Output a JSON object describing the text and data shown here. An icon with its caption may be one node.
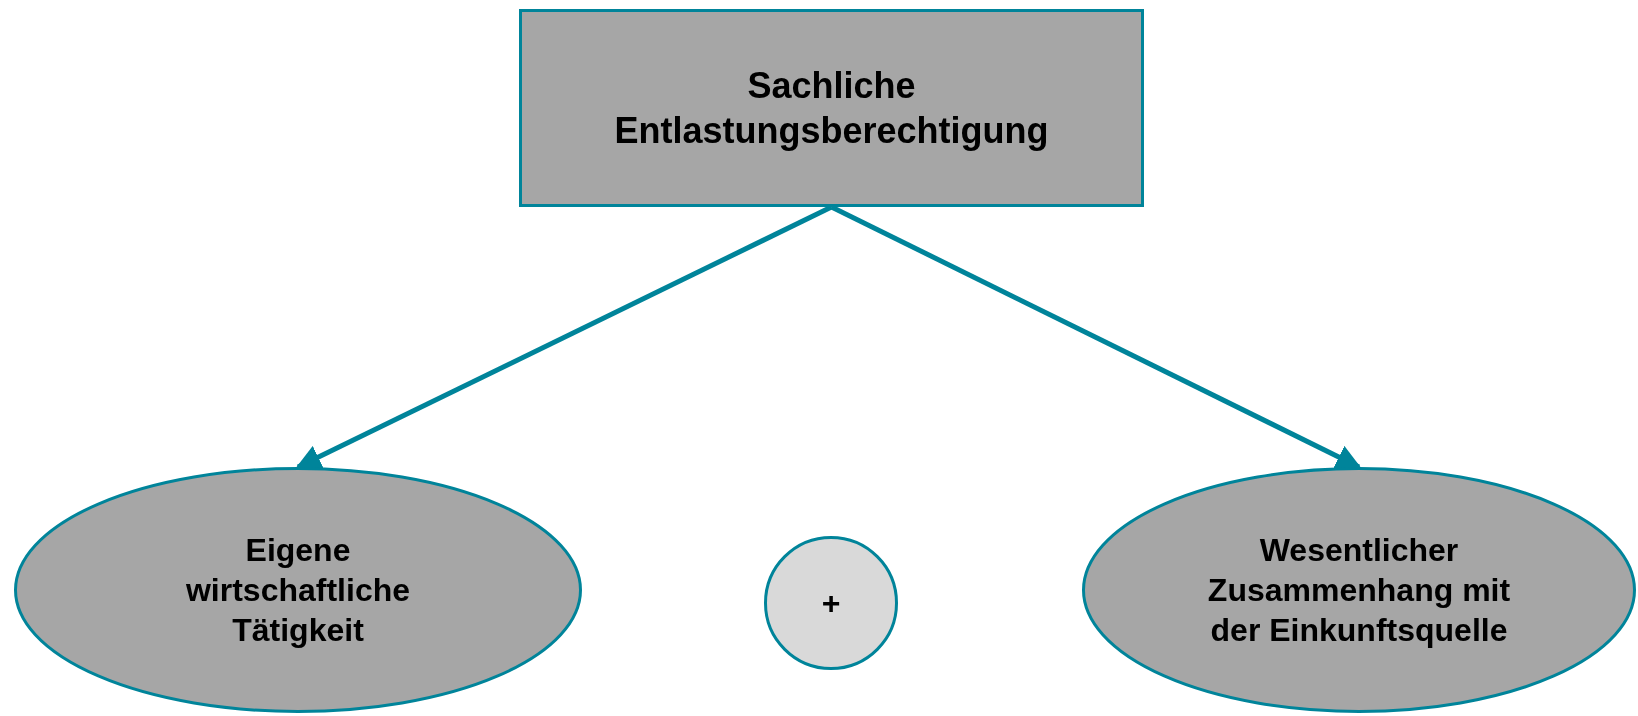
{
  "diagram": {
    "nodes": [
      {
        "text": [
          "Sachliche Entlastungsberechtigung"
        ]
      },
      {
        "text": [
          "Eigene wirtschaftliche Tätigkeit"
        ]
      },
      {
        "text": [
          "+"
        ]
      },
      {
        "text": [
          "Wesentlicher Zusammenhang mit der Einkunftsquelle"
        ]
      }
    ],
    "edges": [
      {
        "from": 0,
        "to": 1,
        "arrow": "to"
      },
      {
        "from": 0,
        "to": 3,
        "arrow": "to"
      }
    ]
  }
}
